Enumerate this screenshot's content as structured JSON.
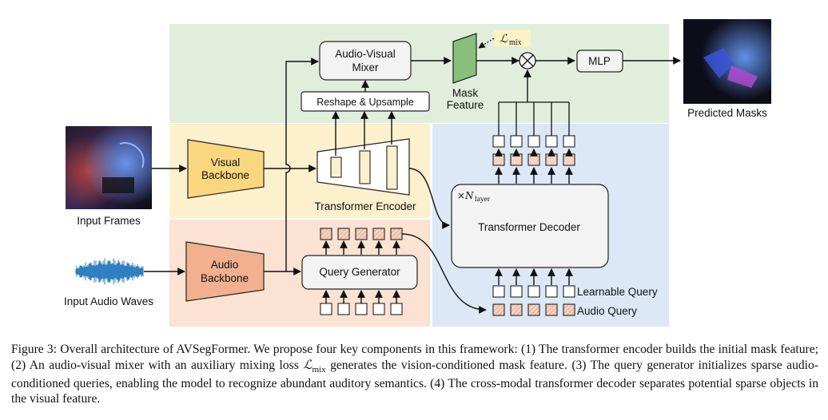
{
  "diagram": {
    "labels": {
      "input_frames": "Input Frames",
      "input_audio": "Input Audio Waves",
      "visual_backbone_1": "Visual",
      "visual_backbone_2": "Backbone",
      "audio_backbone_1": "Audio",
      "audio_backbone_2": "Backbone",
      "av_mixer_1": "Audio-Visual",
      "av_mixer_2": "Mixer",
      "reshape": "Reshape & Upsample",
      "transformer_encoder": "Transformer Encoder",
      "mask_feature_1": "Mask",
      "mask_feature_2": "Feature",
      "loss_symbol": "ℒ",
      "loss_sub": "mix",
      "mlp": "MLP",
      "predicted_masks": "Predicted Masks",
      "n_layer_prefix": "×N",
      "n_layer_sub": "layer",
      "transformer_decoder": "Transformer Decoder",
      "query_generator": "Query Generator",
      "learnable_query": "Learnable Query",
      "audio_query": "Audio Query",
      "multiply_symbol": "×"
    },
    "colors": {
      "green_region": "#e2eedc",
      "yellow_region": "#fdf0cc",
      "orange_region": "#fbe2d2",
      "blue_region": "#dce8f5",
      "visual_backbone_fill": "#fad77f",
      "audio_backbone_fill": "#f2b08f",
      "mask_feature_fill": "#86c07a",
      "query_tile_fill": "#f6d3c2",
      "audio_query_hatch": "#e8a07e",
      "loss_tag_fill": "#fdf2c4"
    }
  },
  "caption": {
    "prefix": "Figure 3: Overall architecture of AVSegFormer. We propose four key components in this framework: (1) The transformer encoder builds the initial mask feature; (2) An audio-visual mixer with an auxiliary mixing loss",
    "loss_symbol": "ℒ",
    "loss_sub": "mix",
    "suffix": "generates the vision-conditioned mask feature. (3) The query generator initializes sparse audio-conditioned queries, enabling the model to recognize abundant auditory semantics. (4) The cross-modal transformer decoder separates potential sparse objects in the visual feature."
  }
}
